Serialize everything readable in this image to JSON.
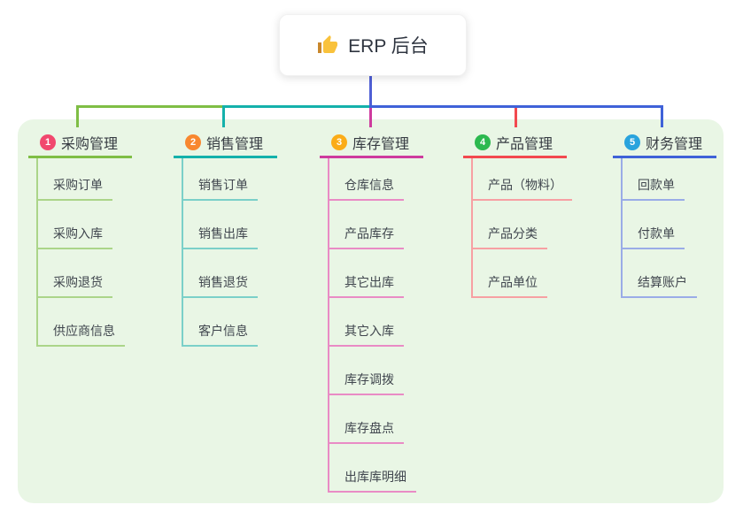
{
  "root": {
    "label": "ERP 后台",
    "icon": "thumbs-up"
  },
  "colors": {
    "page_bg": "#ffffff",
    "panel_bg": "#e9f6e5",
    "stem": "#4f5fd5",
    "root_text": "#2f3540",
    "emoji_hand": "#f9c23c",
    "emoji_cuff": "#c9872c"
  },
  "branches": [
    {
      "badge": "1",
      "label": "采购管理",
      "badge_color": "#f1486e",
      "line_color": "#7fbe45",
      "child_line_color": "#abd589",
      "children": [
        "采购订单",
        "采购入库",
        "采购退货",
        "供应商信息"
      ]
    },
    {
      "badge": "2",
      "label": "销售管理",
      "badge_color": "#f8872f",
      "line_color": "#14b1ab",
      "child_line_color": "#7bd0c9",
      "children": [
        "销售订单",
        "销售出库",
        "销售退货",
        "客户信息"
      ]
    },
    {
      "badge": "3",
      "label": "库存管理",
      "badge_color": "#fbac18",
      "line_color": "#ce3b9e",
      "child_line_color": "#e98bc5",
      "children": [
        "仓库信息",
        "产品库存",
        "其它出库",
        "其它入库",
        "库存调拨",
        "库存盘点",
        "出库库明细"
      ]
    },
    {
      "badge": "4",
      "label": "产品管理",
      "badge_color": "#2cb94f",
      "line_color": "#f2494f",
      "child_line_color": "#f7a0a3",
      "children": [
        "产品（物料）",
        "产品分类",
        "产品单位"
      ]
    },
    {
      "badge": "5",
      "label": "财务管理",
      "badge_color": "#29a3dd",
      "line_color": "#3f62d8",
      "child_line_color": "#9aace7",
      "children": [
        "回款单",
        "付款单",
        "结算账户"
      ]
    }
  ]
}
